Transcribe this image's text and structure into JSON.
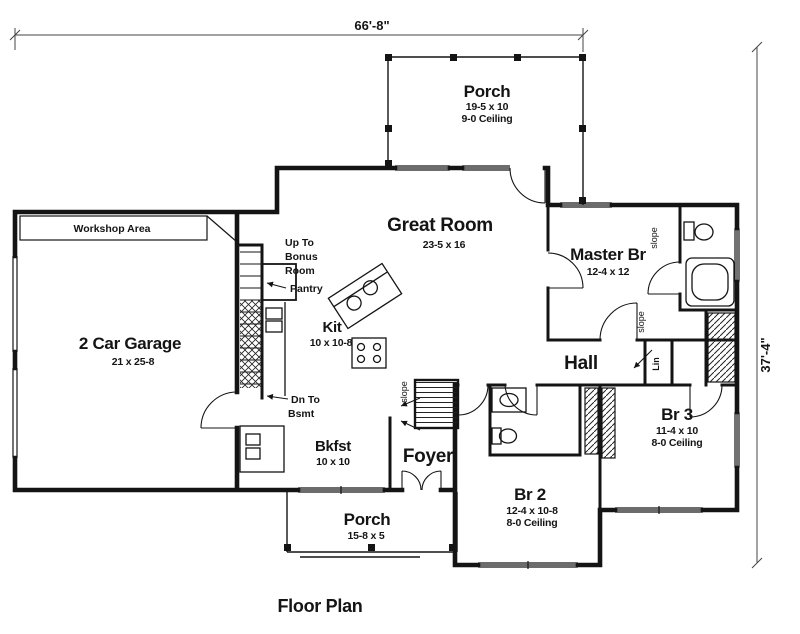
{
  "title": "Floor Plan",
  "dims": {
    "width": "66'-8\"",
    "height": "37'-4\""
  },
  "rooms": {
    "porch_top": {
      "name": "Porch",
      "size": "19-5 x 10",
      "ceiling": "9-0 Ceiling"
    },
    "great_room": {
      "name": "Great Room",
      "size": "23-5 x 16"
    },
    "master_br": {
      "name": "Master Br",
      "size": "12-4 x 12"
    },
    "workshop": {
      "name": "Workshop Area"
    },
    "garage": {
      "name": "2 Car Garage",
      "size": "21 x 25-8"
    },
    "kitchen": {
      "name": "Kit",
      "size": "10 x 10-8"
    },
    "breakfast": {
      "name": "Bkfst",
      "size": "10 x 10"
    },
    "foyer": {
      "name": "Foyer"
    },
    "hall": {
      "name": "Hall"
    },
    "br2": {
      "name": "Br 2",
      "size": "12-4 x 10-8",
      "ceiling": "8-0 Ceiling"
    },
    "br3": {
      "name": "Br 3",
      "size": "11-4 x 10",
      "ceiling": "8-0 Ceiling"
    },
    "porch_bottom": {
      "name": "Porch",
      "size": "15-8 x 5"
    }
  },
  "annotations": {
    "stairs_up_1": "Up To",
    "stairs_up_2": "Bonus",
    "stairs_up_3": "Room",
    "pantry": "Pantry",
    "stairs_dn_1": "Dn To",
    "stairs_dn_2": "Bsmt",
    "slope": "slope",
    "linen": "Lin"
  },
  "colors": {
    "line": "#141414",
    "background": "#ffffff"
  }
}
